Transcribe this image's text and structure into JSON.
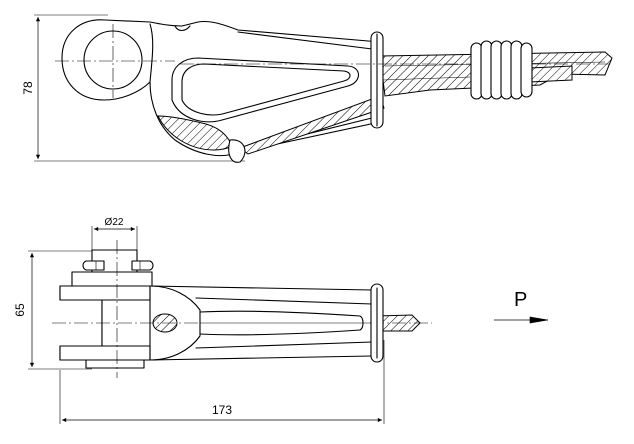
{
  "dimensions": {
    "height_top": "78",
    "height_bottom": "65",
    "diameter": "Ø22",
    "length": "173"
  },
  "load_label": "P"
}
